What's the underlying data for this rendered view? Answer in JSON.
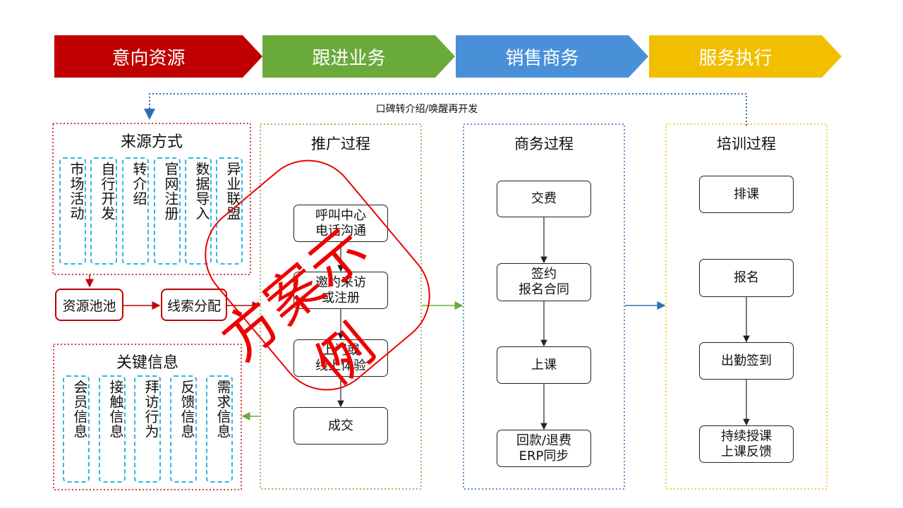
{
  "banners": [
    {
      "label": "意向资源",
      "color": "#c00000"
    },
    {
      "label": "跟进业务",
      "color": "#6aaa3b"
    },
    {
      "label": "销售商务",
      "color": "#4a90d9"
    },
    {
      "label": "服务执行",
      "color": "#f2be00"
    }
  ],
  "loop_label": "口碑转介绍/唤醒再开发",
  "source": {
    "title": "来源方式",
    "items": [
      "市场活动",
      "自行开发",
      "转介绍",
      "官网注册",
      "数据导入",
      "异业联盟"
    ]
  },
  "pool": {
    "label": "资源池池"
  },
  "assign": {
    "label": "线索分配"
  },
  "key_info": {
    "title": "关键信息",
    "items": [
      "会员信息",
      "接触信息",
      "拜访行为",
      "反馈信息",
      "需求信息"
    ]
  },
  "promotion": {
    "title": "推广过程",
    "steps": [
      "呼叫中心\n电话沟通",
      "邀约来访\n或注册",
      "上门或\n线上体验",
      "成交"
    ]
  },
  "business": {
    "title": "商务过程",
    "steps": [
      "交费",
      "签约\n报名合同",
      "上课",
      "回款/退费\nERP同步"
    ]
  },
  "training": {
    "title": "培训过程",
    "steps": [
      "排课",
      "报名",
      "出勤签到",
      "持续授课\n上课反馈"
    ]
  },
  "watermark": {
    "text": "方案示例",
    "color": "#ee0000"
  }
}
